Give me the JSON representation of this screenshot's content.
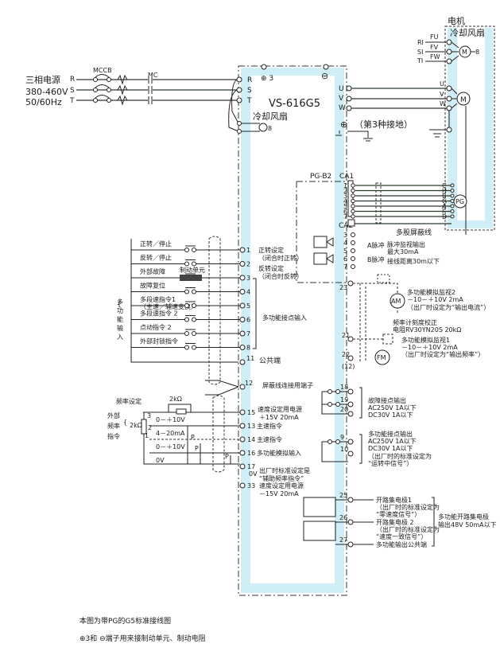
{
  "colors": {
    "band": "#cfeef5",
    "wire": "#222222",
    "wire_green": "#2a3a2a"
  },
  "power": {
    "label": "三相电源",
    "voltage": "380-460V",
    "frequency": "50/60Hz",
    "phases": [
      "R",
      "S",
      "T"
    ],
    "breaker": "MCCB",
    "contactor": "MC"
  },
  "inverter": {
    "model": "VS-616G5",
    "fan_label": "冷却风扇",
    "input_terminals": [
      "R",
      "S",
      "T"
    ],
    "dc_terminals": {
      "plus": "⊕ 3",
      "minus": "⊖"
    },
    "output_terminals": [
      "U",
      "V",
      "W"
    ],
    "ground_label": "（第3种接地）"
  },
  "motor": {
    "title": "电机",
    "fan_label": "冷却风扇",
    "fan_terminals": [
      {
        "line": "RI",
        "term": "FU"
      },
      {
        "line": "SI",
        "term": "FV"
      },
      {
        "line": "TI",
        "term": "FW"
      }
    ],
    "main_terminals": [
      "U",
      "V",
      "W"
    ],
    "fan_motor": "M",
    "main_motor": "M"
  },
  "pg": {
    "card": "PG-B2",
    "ca1": "CA1",
    "ca1_pins": [
      "1",
      "2",
      "3",
      "4",
      "5",
      "6",
      "7"
    ],
    "encoder_pins": [
      "C",
      "H",
      "B",
      "G",
      "A",
      "F",
      "D"
    ],
    "encoder": "PG",
    "ca2": "CA2",
    "ca2_pins": [
      "3",
      "4",
      "5",
      "6",
      "7"
    ],
    "a_pulse": "A脉冲",
    "b_pulse": "B脉冲",
    "shield_note": "多股屏蔽线",
    "monitor_out_1": "脉冲监视输出",
    "monitor_out_2": "最大30mA",
    "wiring_distance": "接线距离30m以下"
  },
  "digital_inputs": {
    "group_label": "多功能输入",
    "rows": [
      {
        "label": "正转／停止",
        "terminal": "1"
      },
      {
        "label": "反转／停止",
        "terminal": "2"
      },
      {
        "label": "外部故障",
        "terminal": "3"
      },
      {
        "label": "故障复位",
        "terminal": "4"
      },
      {
        "label": "多段速指令1（主速／辅速变换）",
        "terminal": "5"
      },
      {
        "label": "多段速指令 2",
        "terminal": "6"
      },
      {
        "label": "点动指令 2",
        "terminal": "7"
      },
      {
        "label": "外部封锁指令",
        "terminal": "8"
      }
    ],
    "brake_unit": "制动单元",
    "common_terminal": "11",
    "common_label": "公共端",
    "fwd_note_1": "正转设定",
    "fwd_note_2": "（闭合时正转）",
    "rev_note_1": "反转设定",
    "rev_note_2": "（闭合时反转）",
    "multi_contact_label": "多功能接点输入"
  },
  "analog_inputs": {
    "freq_set_label": "频率设定",
    "pot_top": "2kΩ",
    "pot_left": "2kΩ",
    "group_label": "外部频率指令",
    "pins": [
      "3",
      "2",
      "1"
    ],
    "rows": [
      {
        "signal": "0－＋10V",
        "terminal": "13",
        "desc": "主速指令"
      },
      {
        "signal": "4－20mA",
        "terminal": "14",
        "desc": "主速指令"
      },
      {
        "signal": "0－＋10V",
        "terminal": "16",
        "desc": "多功能模拟输入"
      },
      {
        "signal": "0V",
        "terminal": "17",
        "desc": ""
      }
    ],
    "p_mark": "P",
    "shield_terminal": "12",
    "shield_label": "屏蔽线连接用端子",
    "supply_terminal": "15",
    "supply_label_1": "速度设定用电源",
    "supply_label_2": "＋15V  20mA",
    "default_note_1": "出厂时标准设定是",
    "default_note_2": "“辅助频率指令”",
    "zero_v": "0V",
    "neg_supply_terminal": "33",
    "neg_supply_label_1": "速度设定用电源",
    "neg_supply_label_2": "－15V  20mA"
  },
  "analog_outputs": {
    "t23": "23",
    "am": "AM",
    "am_title": "多功能模拟监视2",
    "am_range": "－10－＋10V  2mA",
    "am_default": "（出厂时设定为“输出电流”）",
    "freq_meter_title": "频率计刻度校正",
    "freq_meter_res": "电阻RV30YN20S  20kΩ",
    "t21": "21",
    "t22": "22",
    "t12": "(12)",
    "fm": "FM",
    "fm_title": "多功能模拟监视1",
    "fm_range": "－10－＋10V  2mA",
    "fm_default": "（出厂时设定为“输出频率”）"
  },
  "relay_outputs": {
    "fault": {
      "terminals": [
        "18",
        "19",
        "20"
      ],
      "title": "故障接点输出",
      "ac": "AC250V  1A以下",
      "dc": "DC30V    1A以下"
    },
    "multi": {
      "terminals": [
        "9",
        "10"
      ],
      "title": "多功能接点输出",
      "ac": "AC250V  1A以下",
      "dc": "DC30V  1A以下",
      "default_1": "（出厂时的标准设定为",
      "default_2": "“运转中信号”）"
    }
  },
  "open_collector": {
    "rows": [
      {
        "terminal": "25",
        "l1": "开路集电极1",
        "l2": "（出厂时的标准设定为",
        "l3": "“零速度信号”）"
      },
      {
        "terminal": "26",
        "l1": "开路集电极 2",
        "l2": "（出厂时的标准设定为",
        "l3": "“速度一致信号”）"
      },
      {
        "terminal": "27",
        "l1": "多功能输出公共端",
        "l2": "",
        "l3": ""
      }
    ],
    "group_title": "多功能开路集电极",
    "group_spec": "输出48V  50mA以下"
  },
  "footer": {
    "line1": "本图为带PG的G5标准接线图",
    "line2": "⊕3和 ⊖端子用来接制动单元、制动电阻"
  }
}
